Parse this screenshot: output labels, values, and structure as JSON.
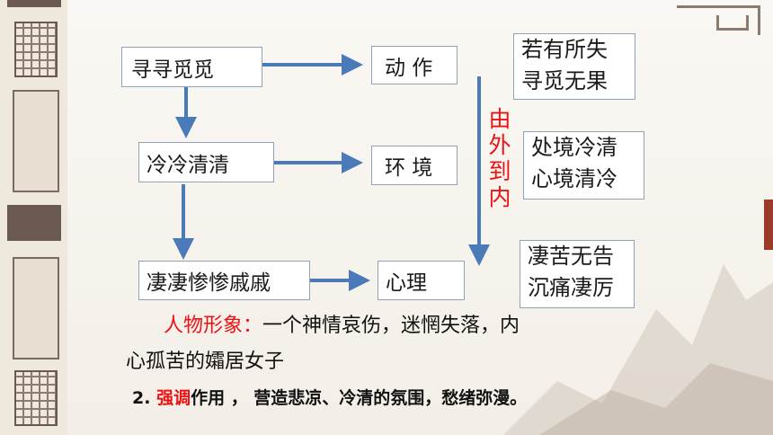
{
  "diagram": {
    "left_nodes": [
      "寻寻觅觅",
      "冷冷清清",
      "凄凄惨惨戚戚"
    ],
    "middle_nodes": [
      "动 作",
      "环 境",
      "心理"
    ],
    "right_nodes": [
      [
        "若有所失",
        "寻觅无果"
      ],
      [
        "处境冷清",
        "心境清冷"
      ],
      [
        "凄苦无告",
        "沉痛凄厉"
      ]
    ],
    "vertical_label": [
      "由",
      "外",
      "到",
      "内"
    ],
    "colors": {
      "arrow": "#4a7ab8",
      "highlight": "#ee1111",
      "box_border": "#8ea3b8"
    }
  },
  "summary": {
    "label": "人物形象：",
    "text_line1": "一个神情哀伤，迷惘失落，内",
    "text_line2": "心孤苦的孀居女子"
  },
  "point2": {
    "prefix": "2. ",
    "highlight": "强调",
    "rest": "作用 ， 营造悲凉、冷清的氛围，愁绪弥漫。"
  }
}
